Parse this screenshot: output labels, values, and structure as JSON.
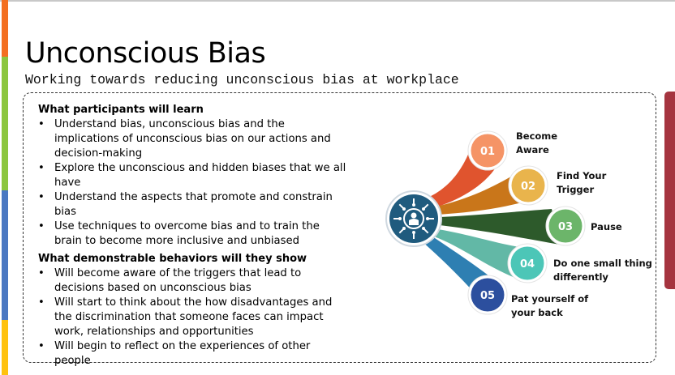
{
  "title": "Unconscious Bias",
  "subtitle": "Working towards reducing unconscious bias at workplace",
  "section1": {
    "heading": "What participants will learn",
    "items": [
      "Understand bias, unconscious bias and the implications of unconscious bias on our actions and decision-making",
      "Explore the unconscious and hidden biases that we all have",
      "Understand the aspects that promote and constrain bias",
      "Use techniques to overcome bias and to train the brain to become more inclusive and unbiased"
    ]
  },
  "section2": {
    "heading": "What demonstrable behaviors will they show",
    "items": [
      "Will become aware of the triggers that lead to decisions based on unconscious bias",
      "Will start to think about the how disadvantages and the discrimination that someone faces can impact work, relationships and opportunities",
      "Will begin to reflect on the experiences of other people"
    ]
  },
  "steps": [
    {
      "num": "01",
      "label": "Become Aware",
      "color": "#f59466",
      "ribbon": "#e0542e"
    },
    {
      "num": "02",
      "label": "Find Your Trigger",
      "color": "#e9b44c",
      "ribbon": "#c9761a"
    },
    {
      "num": "03",
      "label": "Pause",
      "color": "#6cb56a",
      "ribbon": "#2d5a2b"
    },
    {
      "num": "04",
      "label": "Do one small thing differently",
      "color": "#4cc6b7",
      "ribbon": "#62b8a6"
    },
    {
      "num": "05",
      "label": "Pat yourself of your back",
      "color": "#2c4f9e",
      "ribbon": "#2e7fb2"
    }
  ]
}
